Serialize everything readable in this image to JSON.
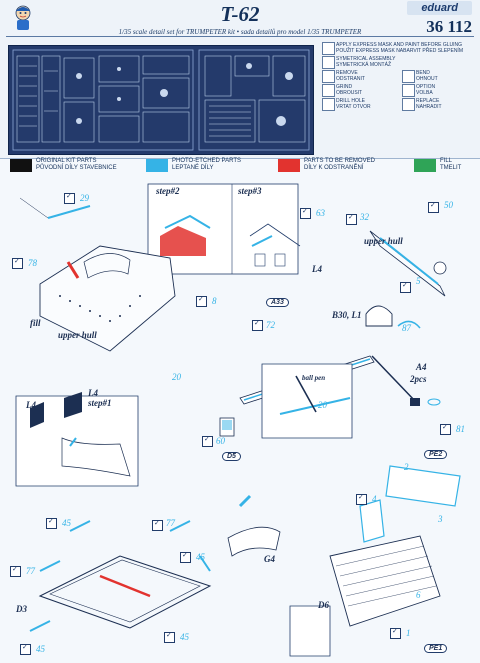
{
  "header": {
    "title": "T-62",
    "brand": "eduard",
    "catalog_number": "36 112",
    "subtitle": "1/35 scale detail set for TRUMPETER kit  •  sada detailů pro model 1/35 TRUMPETER"
  },
  "legend": [
    {
      "icon": "mask-paint-icon",
      "text": "APPLY EXPRESS MASK AND PAINT BEFORE GLUING\nPOUŽIT EXPRESS MASK NABARVIT PŘED SLEPENÍM"
    },
    {
      "icon": "symmetric-icon",
      "text": "SYMETRICAL ASSEMBLY\nSYMETRICKÁ MONTÁŽ"
    },
    {
      "icon": "remove-icon",
      "text": "REMOVE\nODSTRANIT"
    },
    {
      "icon": "bend-icon",
      "text": "BEND\nOHNOUT"
    },
    {
      "icon": "grind-icon",
      "text": "GRIND\nOBROUSIT"
    },
    {
      "icon": "option-icon",
      "text": "OPTION\nVOLBA"
    },
    {
      "icon": "drill-icon",
      "text": "DRILL HOLE\nVRTAT OTVOR"
    },
    {
      "icon": "replace-icon",
      "text": "REPLACE\nNAHRADIT"
    }
  ],
  "color_key": [
    {
      "color": "#111111",
      "text": "ORIGINAL KIT PARTS\nPŮVODNÍ DÍLY STAVEBNICE"
    },
    {
      "color": "#35b3e6",
      "text": "PHOTO-ETCHED PARTS\nLEPTANÉ DÍLY"
    },
    {
      "color": "#e2332f",
      "text": "PARTS TO BE REMOVED\nDÍLY K ODSTRANĚNÍ"
    },
    {
      "color": "#2fa457",
      "text": "FILL\nTMELIT"
    }
  ],
  "callouts": {
    "step2": "step#2",
    "step3": "step#3",
    "step1": "step#1",
    "l4_a": "L4",
    "l4_b": "L4",
    "l4_c": "L4",
    "fill": "fill",
    "upper_hull_a": "upper hull",
    "upper_hull_b": "upper hull",
    "b30l1": "B30, L1",
    "a4": "A4",
    "a4_pcs": "2pcs",
    "ball_pen": "ball pen",
    "g4": "G4",
    "d3": "D3",
    "d6": "D6"
  },
  "part_numbers": {
    "p29": "29",
    "p78": "78",
    "p63": "63",
    "p32": "32",
    "p50": "50",
    "p5": "5",
    "p8": "8",
    "p72": "72",
    "p87": "87",
    "p20a": "20",
    "p20b": "20",
    "p60": "60",
    "p81": "81",
    "p45a": "45",
    "p77a": "77",
    "p45b": "45",
    "p77b": "77",
    "p45c": "45",
    "p45d": "45",
    "p2": "2",
    "p3": "3",
    "p4": "4",
    "p1": "1",
    "p6": "6"
  },
  "tags": {
    "a33": "A33",
    "d5": "D5",
    "pe2": "PE2",
    "pe1": "PE1"
  }
}
